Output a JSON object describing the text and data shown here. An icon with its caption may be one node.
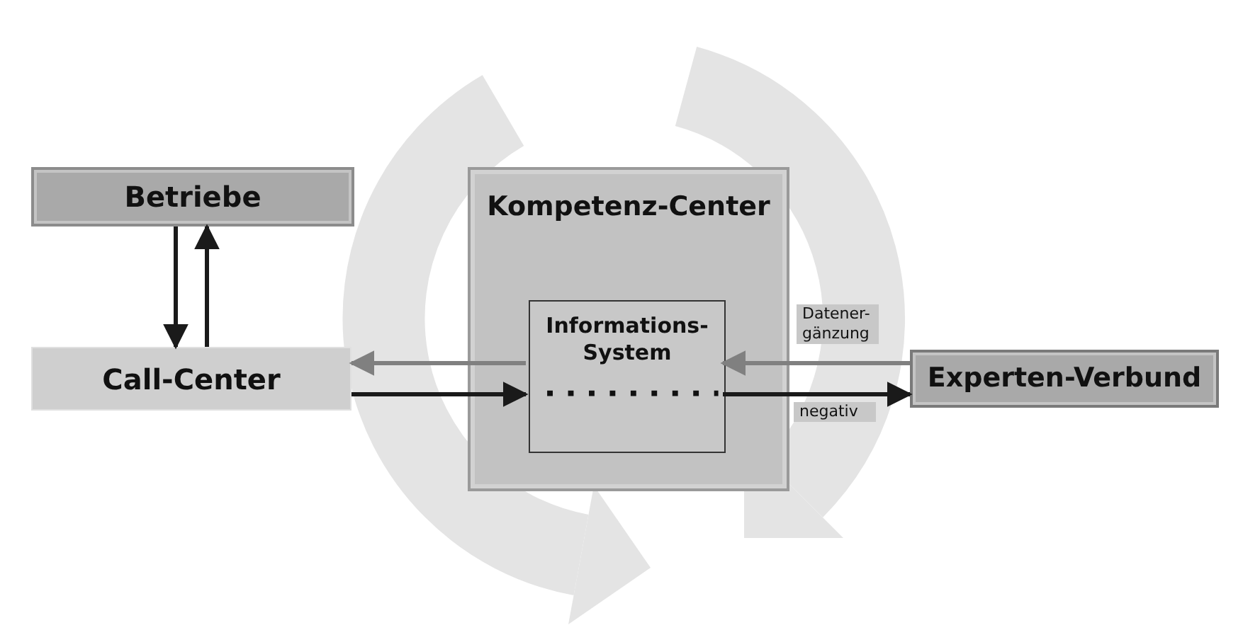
{
  "diagram": {
    "nodes": [
      {
        "text": [
          "Betriebe"
        ]
      },
      {
        "text": [
          "Call-Center"
        ]
      },
      {
        "text": [
          "Kompetenz-Center"
        ]
      },
      {
        "text": [
          "Informations- System"
        ],
        "in": 2
      },
      {
        "text": [
          "Experten-Verbund"
        ]
      }
    ],
    "edges": [
      {
        "from": 0,
        "to": 1,
        "arrow": "to"
      },
      {
        "from": 1,
        "to": 0,
        "arrow": "to"
      },
      {
        "from": 3,
        "to": 1,
        "arrow": "to",
        "color": "#808080"
      },
      {
        "from": 1,
        "to": 3,
        "arrow": "to"
      },
      {
        "from": 4,
        "to": 3,
        "arrow": "to",
        "label": "Datener- gänzung",
        "color": "#808080"
      },
      {
        "from": 3,
        "to": 4,
        "arrow": "to",
        "label": "negativ"
      }
    ]
  }
}
